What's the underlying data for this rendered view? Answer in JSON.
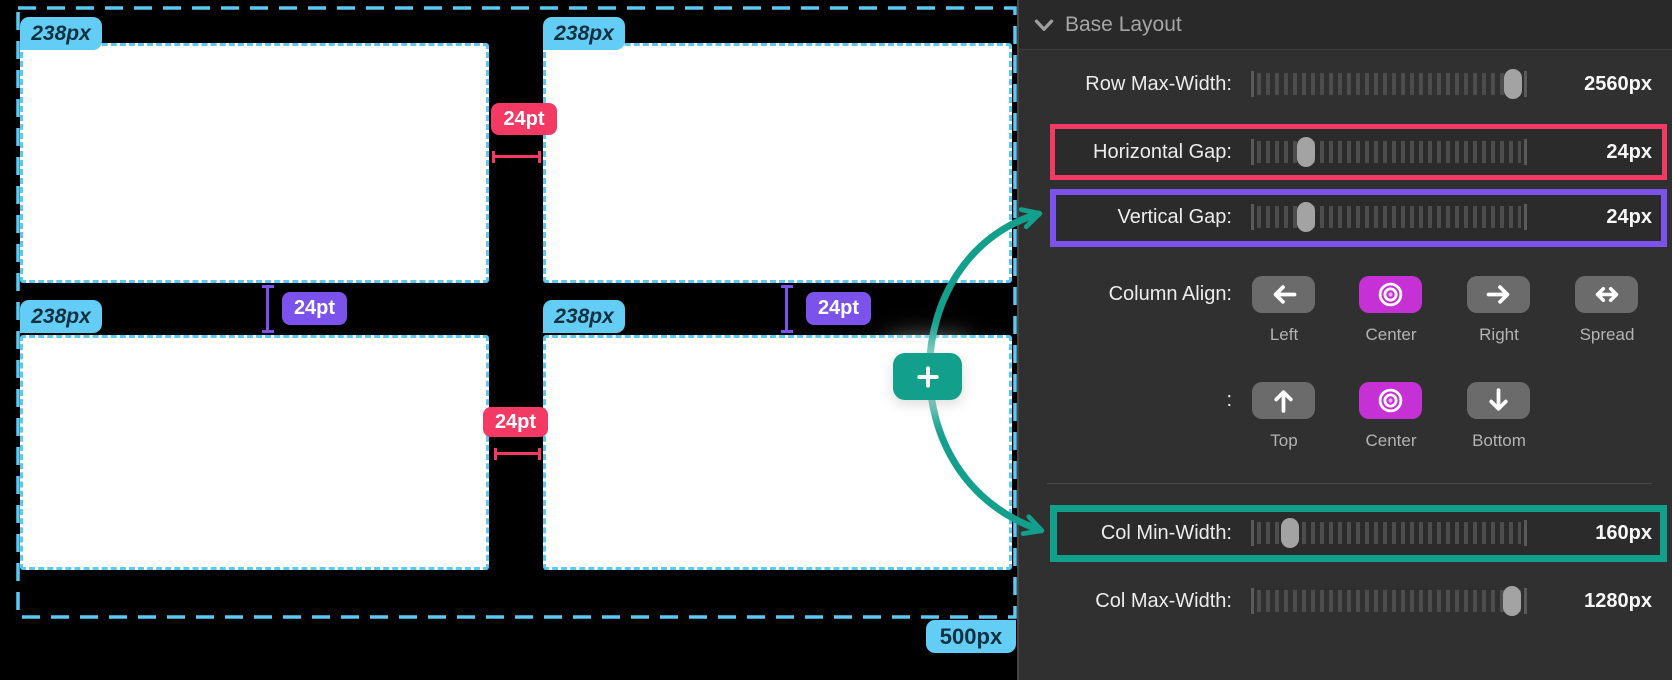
{
  "canvas": {
    "column_width_badges": [
      "238px",
      "238px",
      "238px",
      "238px"
    ],
    "column_gap_badges": [
      "24pt",
      "24pt"
    ],
    "row_gap_badges": [
      "24pt",
      "24pt"
    ],
    "container_height_badge": "500px",
    "add_button_label": "+",
    "colors": {
      "selection_cyan": "#5bc9f2",
      "horizontal_gap_pink": "#f43a64",
      "vertical_gap_purple": "#7c52ec",
      "teal_accent": "#12a08c"
    }
  },
  "panel": {
    "title": "Base Layout",
    "sliders": [
      {
        "label": "Row Max-Width:",
        "value": "2560px",
        "thumb_percent": 95
      },
      {
        "label": "Horizontal Gap:",
        "value": "24px",
        "thumb_percent": 20
      },
      {
        "label": "Vertical Gap:",
        "value": "24px",
        "thumb_percent": 20
      },
      {
        "label": "Col Min-Width:",
        "value": "160px",
        "thumb_percent": 14
      },
      {
        "label": "Col Max-Width:",
        "value": "1280px",
        "thumb_percent": 94.5
      }
    ],
    "highlights": {
      "horizontal_gap": "#f43a64",
      "vertical_gap": "#7c52ec",
      "col_min_width": "#12a08c"
    },
    "column_align": {
      "label": "Column Align:",
      "options": [
        {
          "label": "Left",
          "icon": "arrow-left-icon",
          "selected": false
        },
        {
          "label": "Center",
          "icon": "target-icon",
          "selected": true
        },
        {
          "label": "Right",
          "icon": "arrow-right-icon",
          "selected": false
        },
        {
          "label": "Spread",
          "icon": "arrows-horizontal-icon",
          "selected": false
        }
      ]
    },
    "vertical_align": {
      "label": ":",
      "options": [
        {
          "label": "Top",
          "icon": "arrow-up-icon",
          "selected": false
        },
        {
          "label": "Center",
          "icon": "target-icon",
          "selected": true
        },
        {
          "label": "Bottom",
          "icon": "arrow-down-icon",
          "selected": false
        }
      ]
    }
  }
}
